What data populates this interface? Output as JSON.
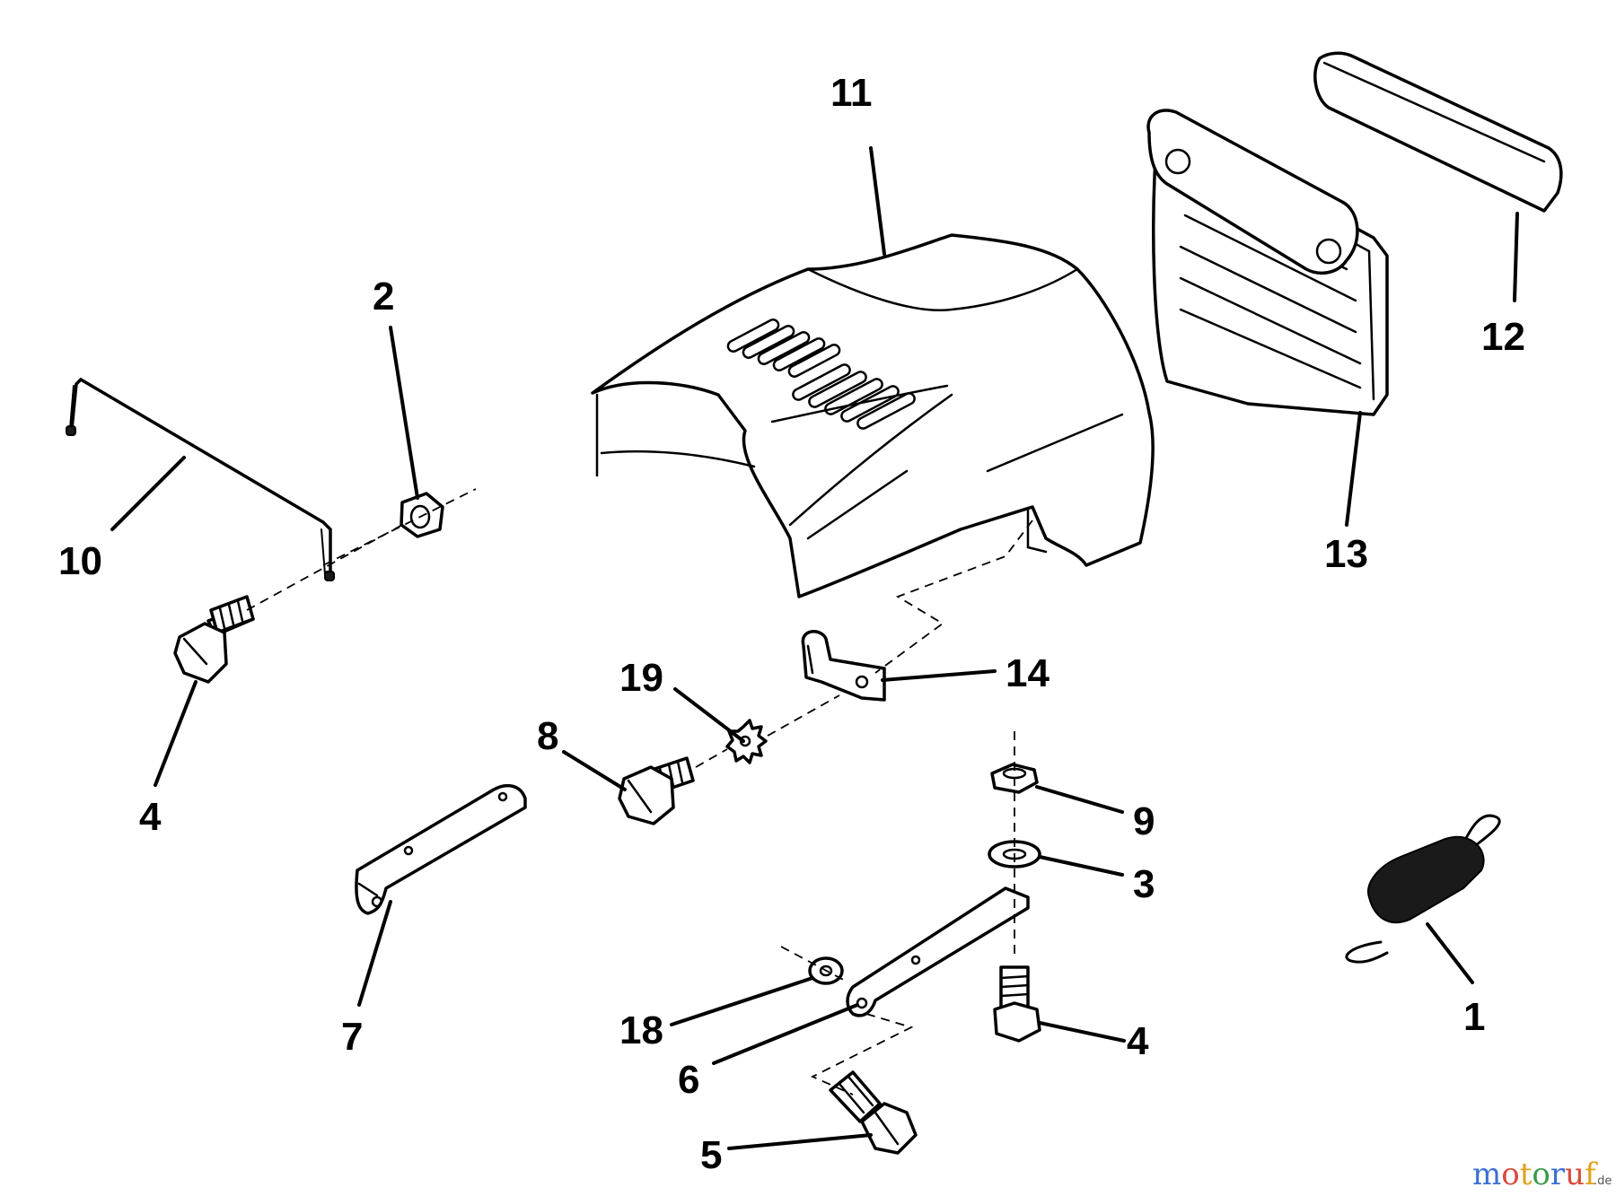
{
  "callouts": {
    "c1": "1",
    "c2": "2",
    "c3": "3",
    "c4a": "4",
    "c4b": "4",
    "c5": "5",
    "c6": "6",
    "c7": "7",
    "c8": "8",
    "c9": "9",
    "c10": "10",
    "c11": "11",
    "c12": "12",
    "c13": "13",
    "c14": "14",
    "c18": "18",
    "c19": "19"
  },
  "watermark": {
    "text": "motoruf",
    "suffix": ".de",
    "colors": [
      "#3b6fd1",
      "#d64a3a",
      "#e0a21b",
      "#3a9a4a",
      "#3b6fd1",
      "#d64a3a",
      "#e0a21b"
    ]
  }
}
